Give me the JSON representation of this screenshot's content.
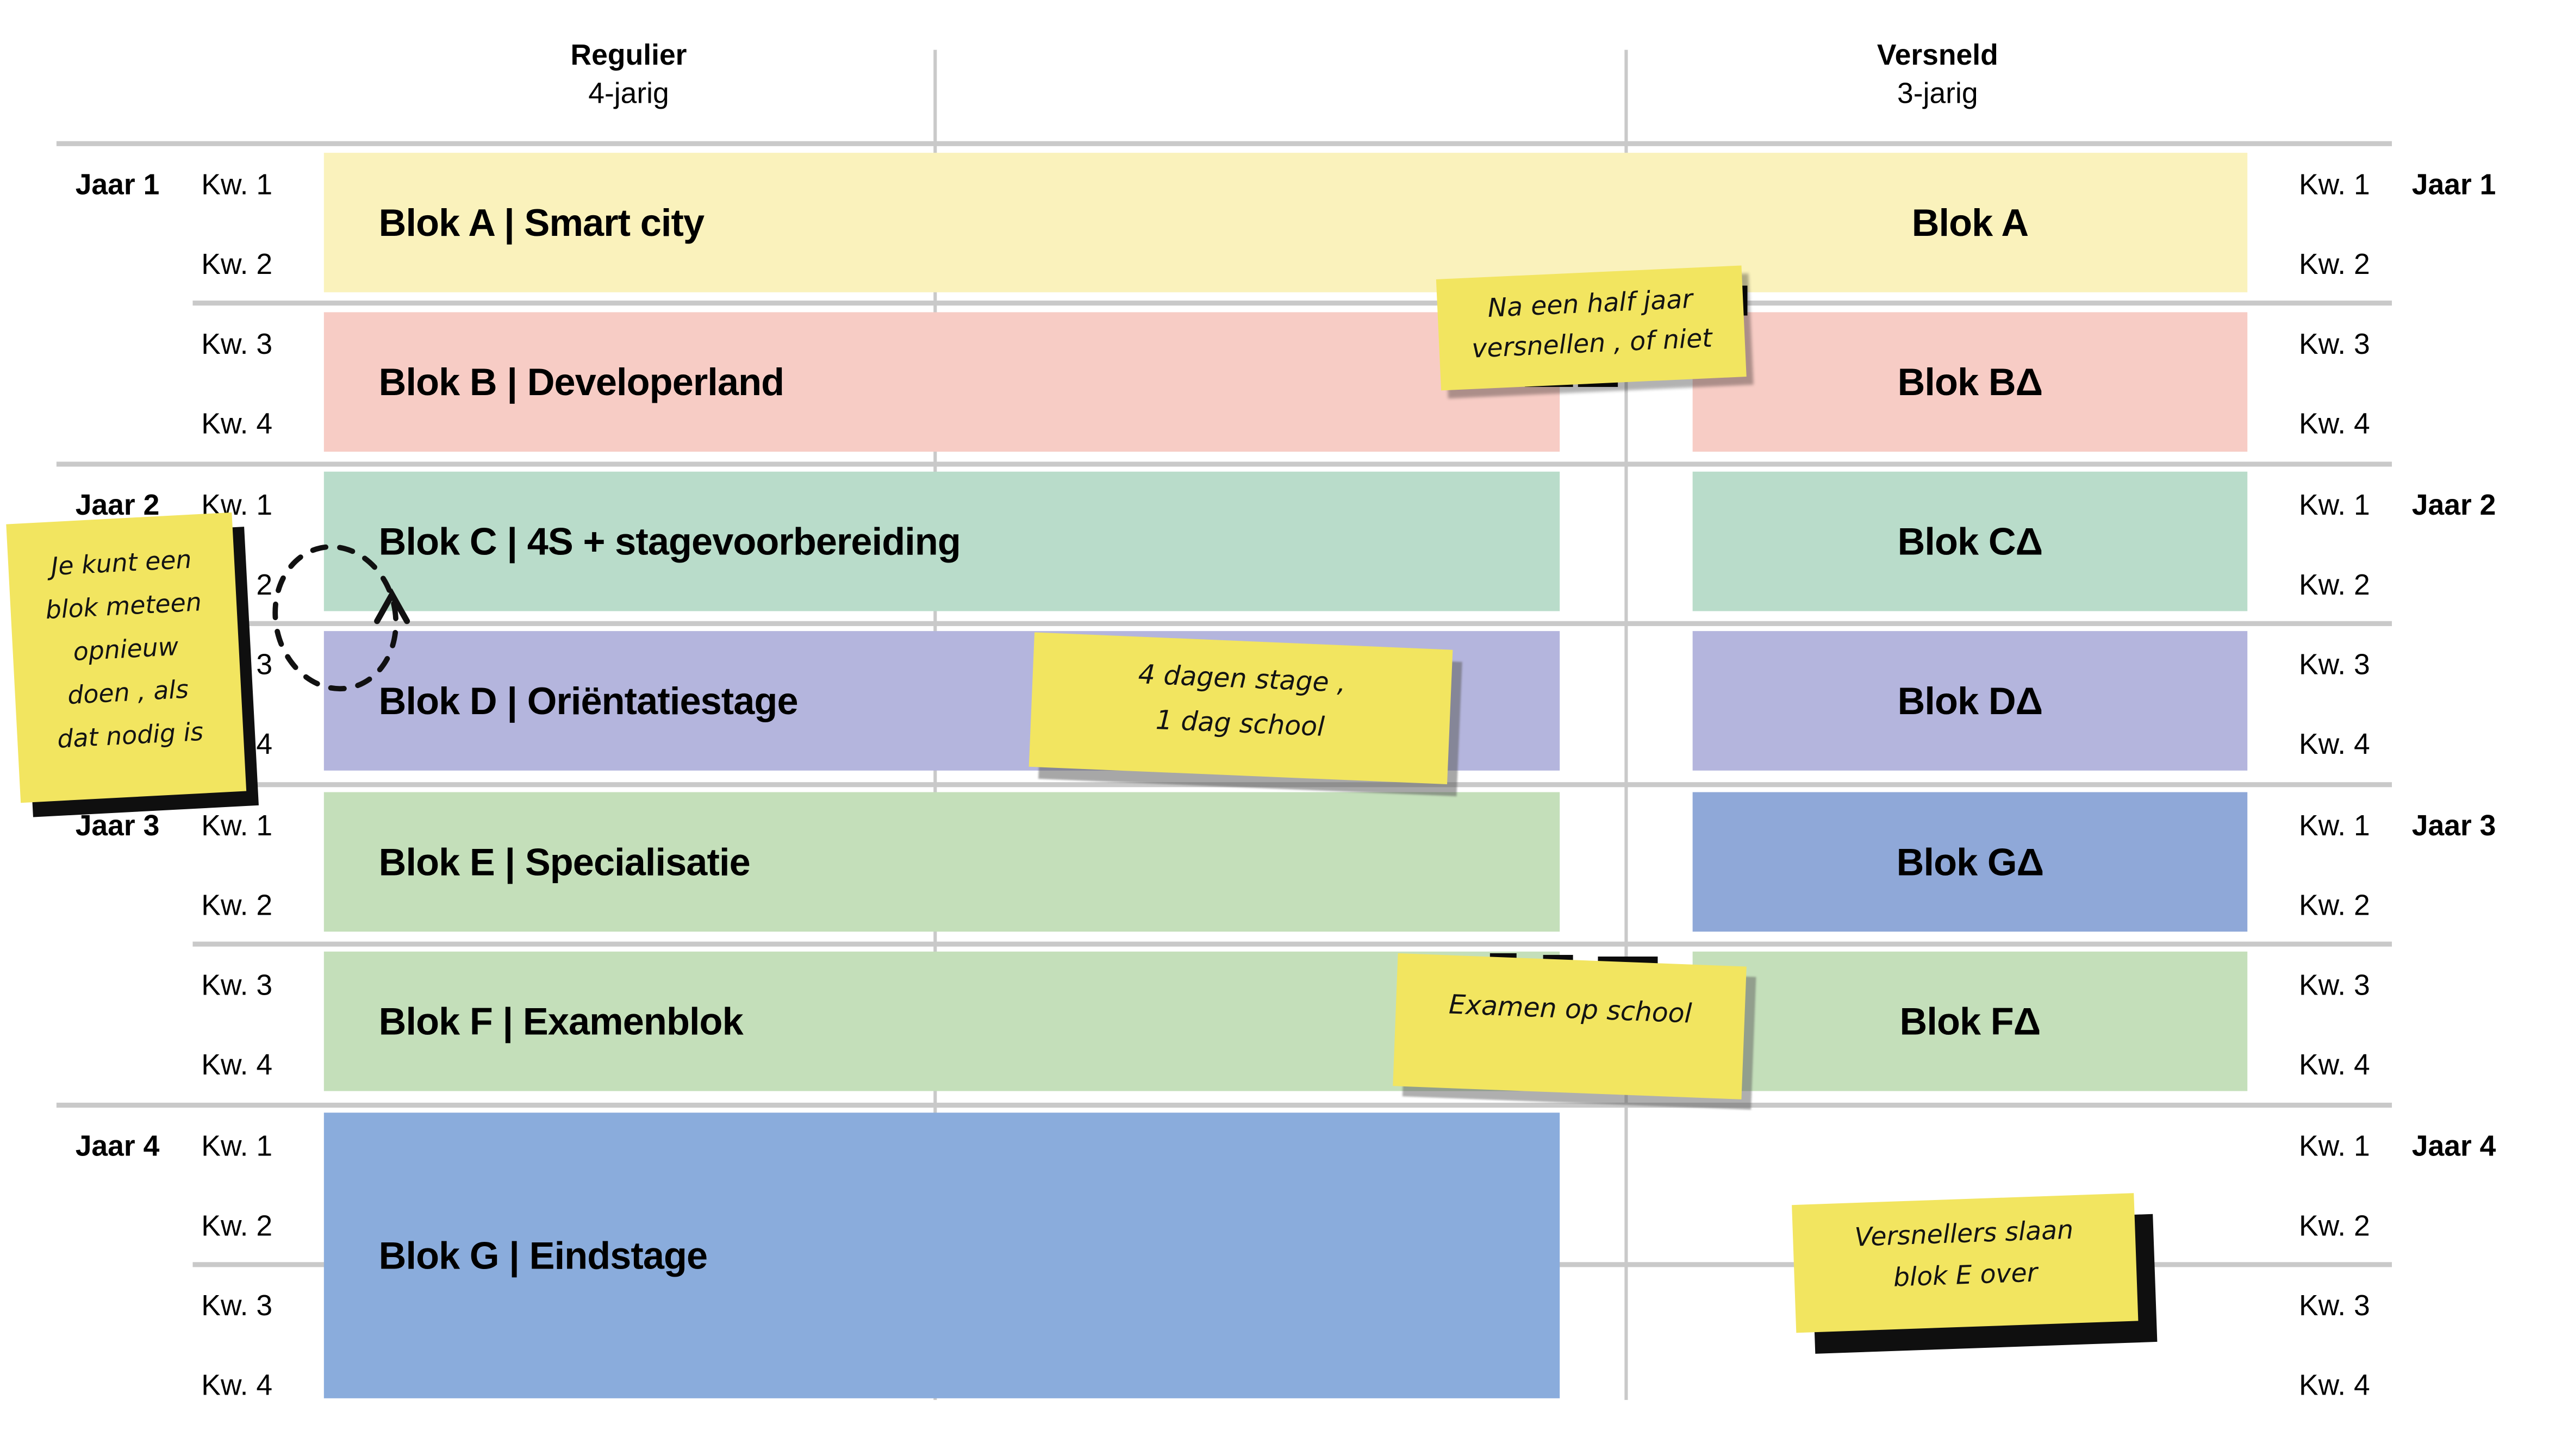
{
  "header": {
    "left": {
      "title": "Regulier",
      "subtitle": "4-jarig"
    },
    "right": {
      "title": "Versneld",
      "subtitle": "3-jarig"
    }
  },
  "axis": {
    "kw_labels": [
      "Kw. 1",
      "Kw. 2",
      "Kw. 3",
      "Kw. 4"
    ],
    "jaar_labels": [
      "Jaar 1",
      "Jaar 2",
      "Jaar 3",
      "Jaar 4"
    ]
  },
  "blocks": {
    "left": [
      {
        "id": "A",
        "label": "Blok A | Smart city",
        "color": "#FAF2BC"
      },
      {
        "id": "B",
        "label": "Blok B | Developerland",
        "color": "#F7CCC5"
      },
      {
        "id": "C",
        "label": "Blok C | 4S + stagevoorbereiding",
        "color": "#B9DCCA"
      },
      {
        "id": "D",
        "label": "Blok D | Oriëntatiestage",
        "color": "#B4B5DD"
      },
      {
        "id": "E",
        "label": "Blok E | Specialisatie",
        "color": "#C4DFBA"
      },
      {
        "id": "F",
        "label": "Blok F | Examenblok",
        "color": "#C4DFBA"
      },
      {
        "id": "G",
        "label": "Blok G | Eindstage",
        "color": "#8AACDC"
      }
    ],
    "right": [
      {
        "id": "A",
        "label": "Blok A",
        "color": "#FAF2BC"
      },
      {
        "id": "BD",
        "label": "Blok BΔ",
        "color": "#F7CCC5"
      },
      {
        "id": "CD",
        "label": "Blok CΔ",
        "color": "#B9DCCA"
      },
      {
        "id": "DD",
        "label": "Blok DΔ",
        "color": "#B4B5DD"
      },
      {
        "id": "GD",
        "label": "Blok GΔ",
        "color": "#8FA8D8"
      },
      {
        "id": "FD",
        "label": "Blok FΔ",
        "color": "#C4DFBA"
      }
    ]
  },
  "notes": {
    "reflect": {
      "lines": [
        "Je kunt een",
        "blok meteen",
        "opnieuw",
        "doen , als",
        "dat nodig is"
      ]
    },
    "versnellen": {
      "lines": [
        "Na een half jaar",
        "versnellen , of niet"
      ]
    },
    "stage": {
      "lines": [
        "4 dagen stage ,",
        "1 dag school"
      ]
    },
    "examen": {
      "lines": [
        "Examen op school"
      ]
    },
    "versnellers": {
      "lines": [
        "Versnellers slaan",
        "blok E over"
      ]
    }
  },
  "colors": {
    "grid": "#C9C9C9",
    "note_yellow": "#F2E560",
    "shadow_black": "#0F0F0F"
  }
}
